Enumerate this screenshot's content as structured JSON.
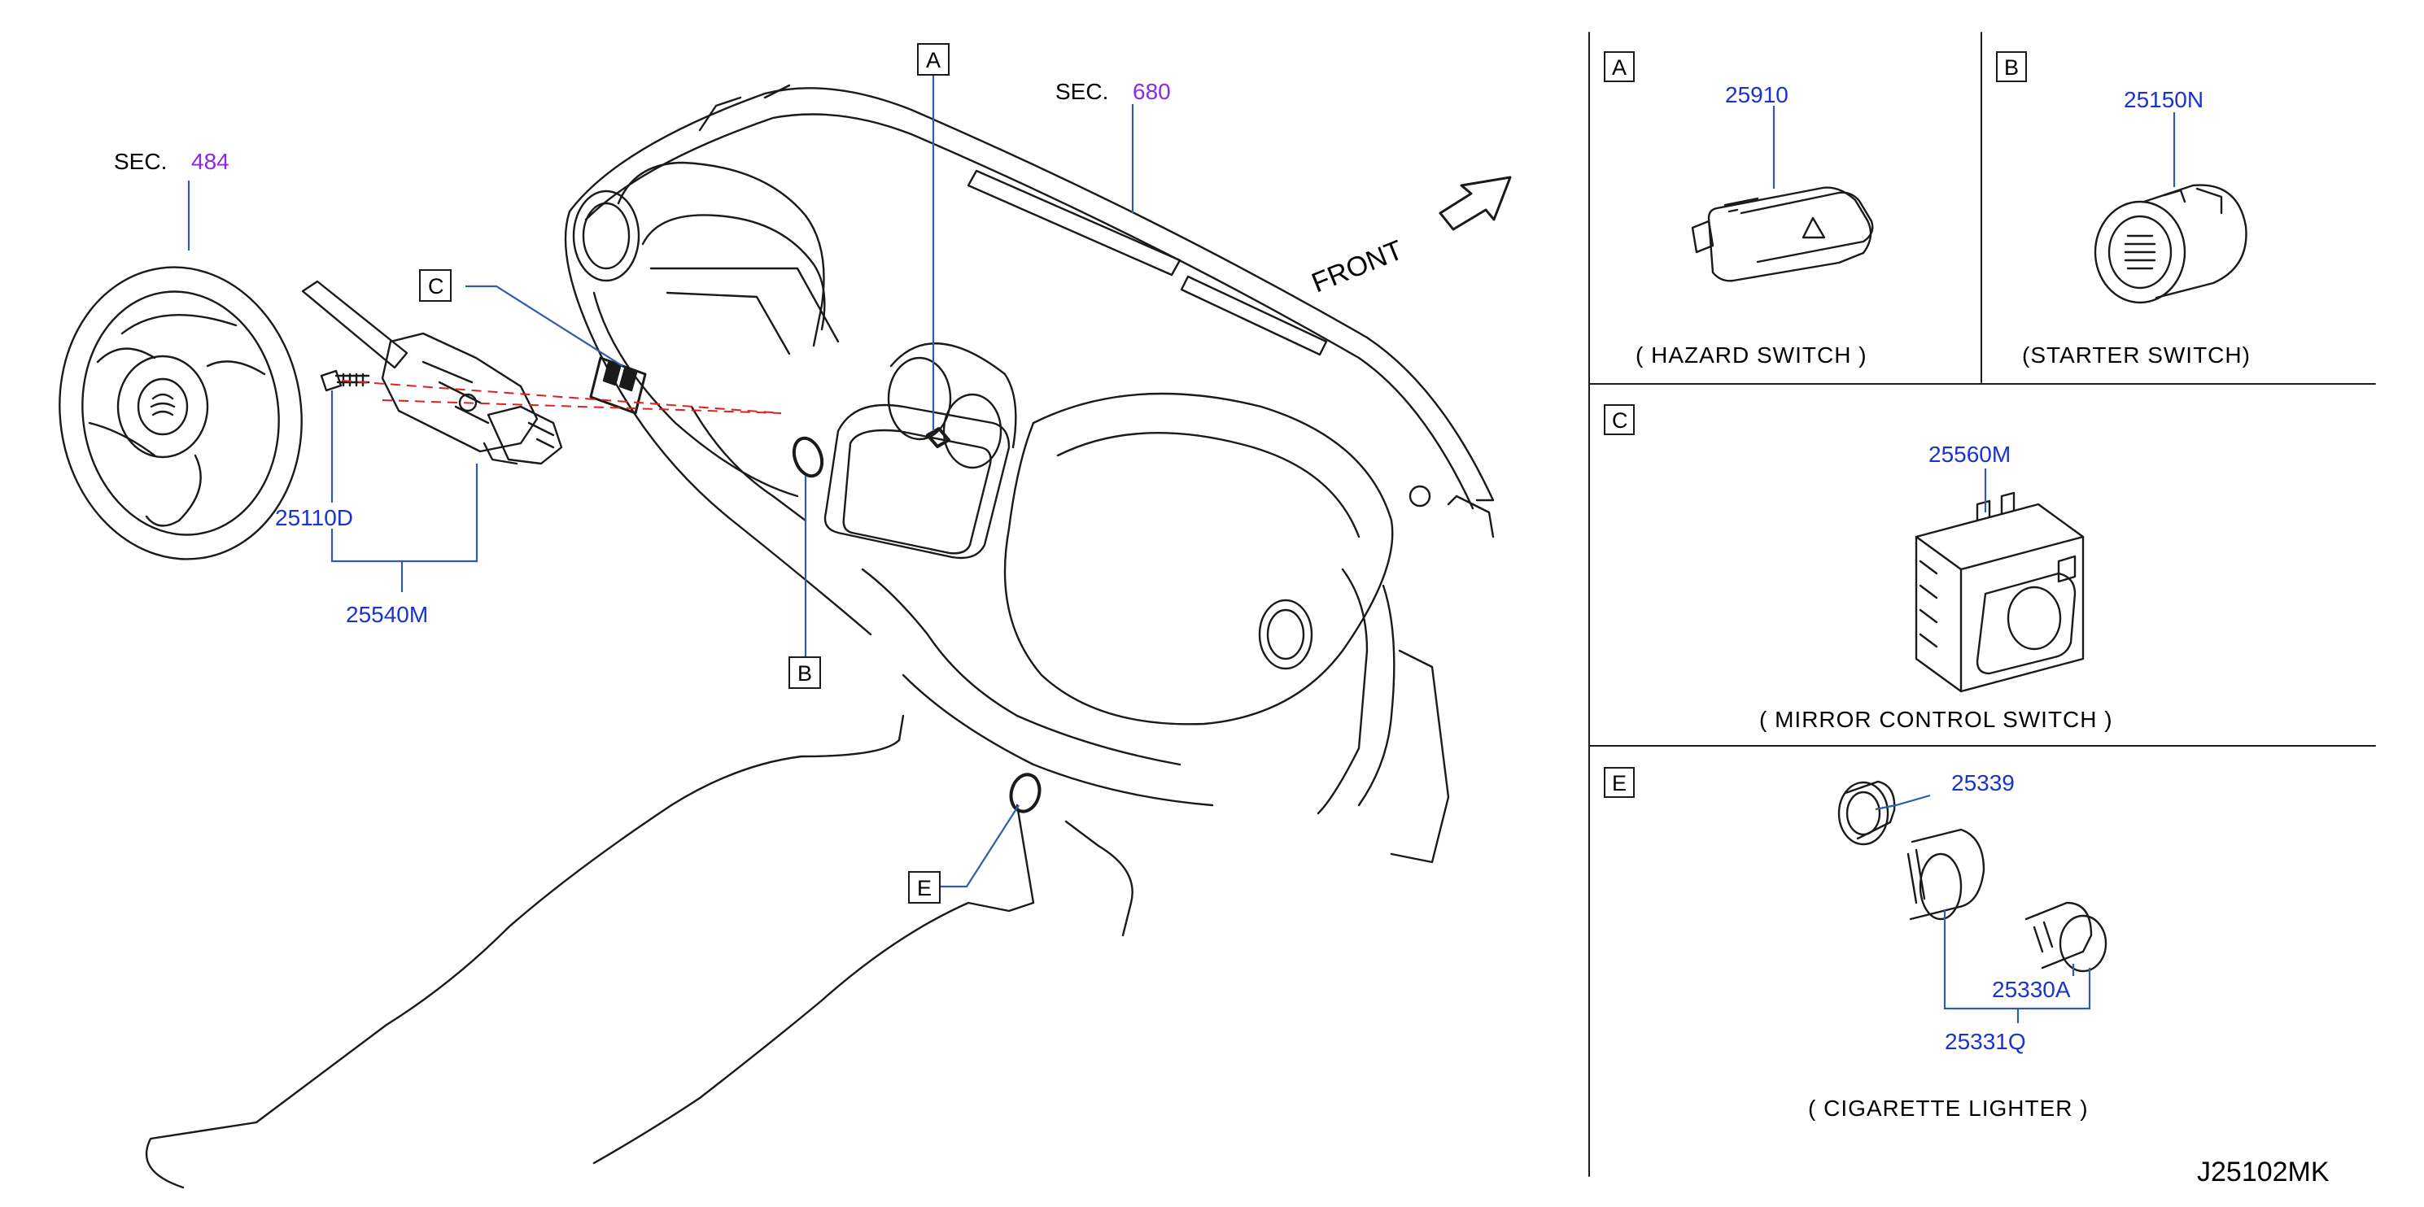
{
  "colors": {
    "line": "#1a1a1a",
    "part_number": "#1a33cc",
    "section_number": "#8a2be2",
    "leader": "#2f5da8",
    "alignment": "#e02020"
  },
  "sections": [
    {
      "prefix": "SEC.",
      "number": "484"
    },
    {
      "prefix": "SEC.",
      "number": "680"
    }
  ],
  "direction_label": "FRONT",
  "callouts": {
    "a": "A",
    "b": "B",
    "c": "C",
    "e": "E"
  },
  "main_parts": {
    "bolt": "25110D",
    "combination_switch": "25540M"
  },
  "panels": {
    "a": {
      "letter": "A",
      "part": "25910",
      "caption": "( HAZARD   SWITCH )"
    },
    "b": {
      "letter": "B",
      "part": "25150N",
      "caption": "(STARTER   SWITCH)"
    },
    "c": {
      "letter": "C",
      "part": "25560M",
      "caption": "( MIRROR   CONTROL   SWITCH )"
    },
    "e": {
      "letter": "E",
      "parts": {
        "ring": "25339",
        "knob": "25330A",
        "socket": "25331Q"
      },
      "caption": "( CIGARETTE   LIGHTER )"
    }
  },
  "drawing_number": "J25102MK"
}
